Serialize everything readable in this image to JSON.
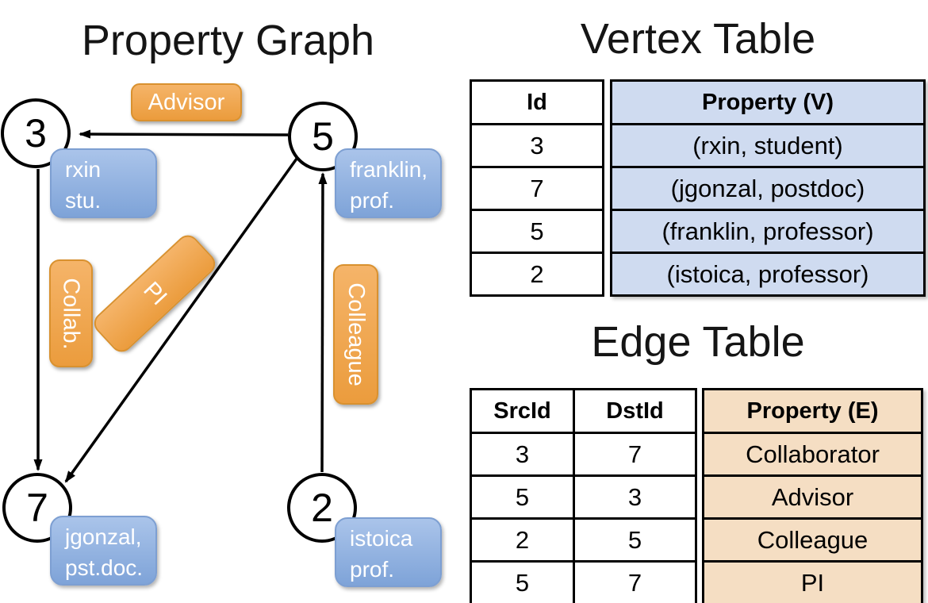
{
  "titles": {
    "property_graph": "Property Graph",
    "vertex_table": "Vertex Table",
    "edge_table": "Edge Table"
  },
  "graph": {
    "nodes": [
      {
        "id": "3",
        "name": "rxin",
        "role": "stu."
      },
      {
        "id": "5",
        "name": "franklin,",
        "role": "prof."
      },
      {
        "id": "7",
        "name": "jgonzal,",
        "role": "pst.doc."
      },
      {
        "id": "2",
        "name": "istoica",
        "role": "prof."
      }
    ],
    "edge_labels": {
      "advisor": "Advisor",
      "collab": "Collab.",
      "pi": "PI",
      "colleague": "Colleague"
    }
  },
  "vertex_table": {
    "id_header": "Id",
    "property_header": "Property (V)",
    "rows": [
      {
        "id": "3",
        "property": "(rxin, student)"
      },
      {
        "id": "7",
        "property": "(jgonzal, postdoc)"
      },
      {
        "id": "5",
        "property": "(franklin, professor)"
      },
      {
        "id": "2",
        "property": "(istoica, professor)"
      }
    ]
  },
  "edge_table": {
    "src_header": "SrcId",
    "dst_header": "DstId",
    "property_header": "Property (E)",
    "rows": [
      {
        "src": "3",
        "dst": "7",
        "property": "Collaborator"
      },
      {
        "src": "5",
        "dst": "3",
        "property": "Advisor"
      },
      {
        "src": "2",
        "dst": "5",
        "property": "Colleague"
      },
      {
        "src": "5",
        "dst": "7",
        "property": "PI"
      }
    ]
  },
  "colors": {
    "edge_label_fill_top": "#f5b469",
    "edge_label_fill_bottom": "#eb9c3d",
    "edge_label_border": "#d9912f",
    "vertex_label_fill_top": "#aac4ea",
    "vertex_label_fill_bottom": "#7ea3d8",
    "vertex_property_fill": "#cfdbf0",
    "edge_property_fill": "#f5dec3",
    "line_color": "#000000"
  }
}
